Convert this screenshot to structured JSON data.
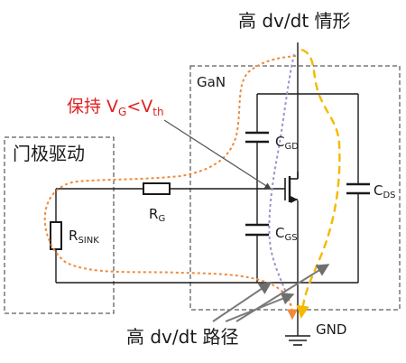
{
  "labels": {
    "title_top": "高 dv/dt 情形",
    "gan": "GaN",
    "gate_drive": "门极驱动",
    "hold_cond": "保持 V",
    "hold_sub_g": "G",
    "hold_lt": "<V",
    "hold_sub_th": "th",
    "cgd": "C",
    "cgd_sub": "GD",
    "cgs": "C",
    "cgs_sub": "GS",
    "cds": "C",
    "cds_sub": "DS",
    "rg": "R",
    "rg_sub": "G",
    "rsink": "R",
    "rsink_sub": "SINK",
    "gnd": "GND",
    "path_bottom": "高 dv/dt 路径"
  },
  "colors": {
    "wire": "#1a1a1a",
    "box_dash": "#333333",
    "orange_path": "#f08a3c",
    "yellow_path": "#f5b800",
    "purple_path": "#9b93c9",
    "red_text": "#e02020",
    "arrow_gray": "#7a7a7a"
  }
}
